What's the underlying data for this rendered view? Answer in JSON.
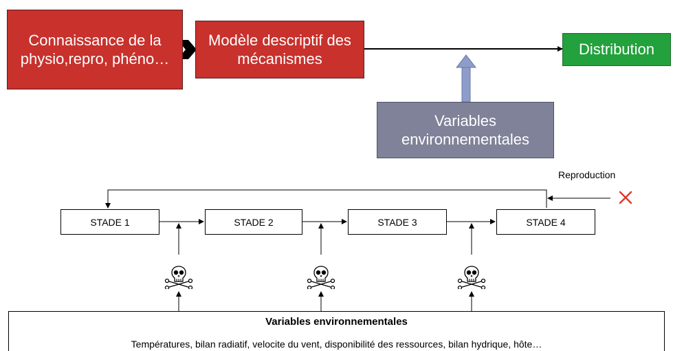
{
  "top_diagram": {
    "knowledge_box": "Connaissance de la physio,repro, phéno…",
    "model_box": "Modèle descriptif des mécanismes",
    "output_box": "Distribution",
    "env_box": "Variables environnementales",
    "colors": {
      "red": "#c8312c",
      "green": "#22a13c",
      "grey": "#7f8298",
      "arrow_blue": "#8d9cc8"
    }
  },
  "lifecycle": {
    "stages": [
      "STADE 1",
      "STADE 2",
      "STADE 3",
      "STADE 4"
    ],
    "reproduction_label": "Reproduction",
    "blocked_icon": "red-x-icon",
    "mortality_icon": "skull-crossbones-icon",
    "x_color": "#e03a2a"
  },
  "env_panel": {
    "title": "Variables environnementales",
    "subtitle": "Températures, bilan radiatif, velocite du vent,  disponibilité des ressources, bilan hydrique, hôte…"
  }
}
